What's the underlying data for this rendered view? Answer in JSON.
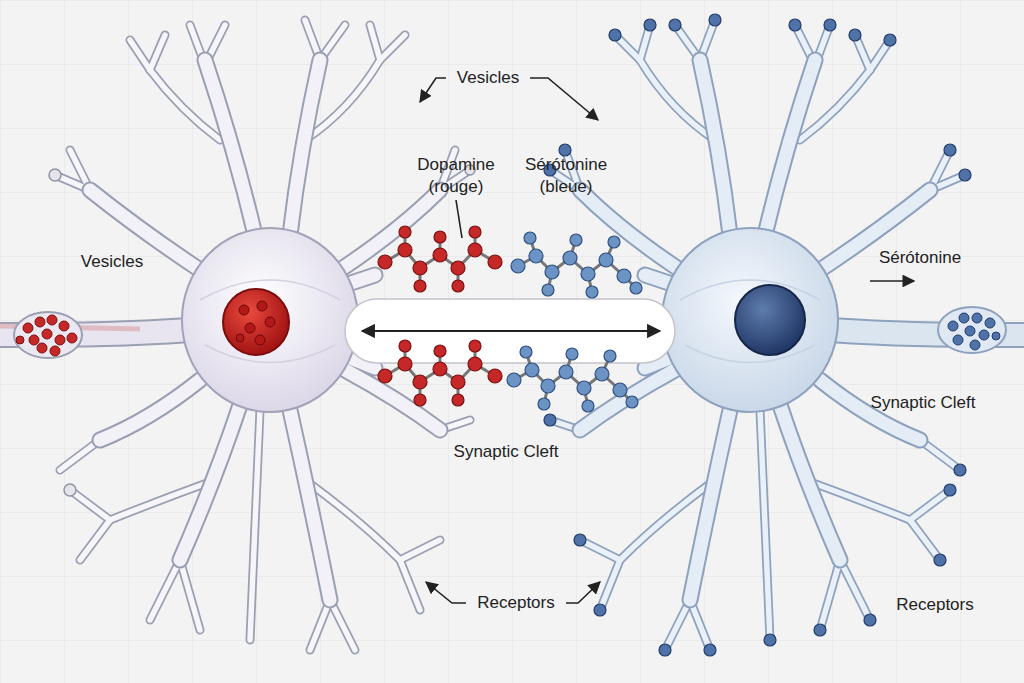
{
  "diagram": {
    "labels": [
      "Vesicles",
      "Dopamine (rouge)",
      "Sérótonine (bleue)",
      "Vesicles",
      "Sérótonine",
      "Synaptic Cleft",
      "Synaptic Cleft",
      "Receptors",
      "Receptors"
    ]
  }
}
